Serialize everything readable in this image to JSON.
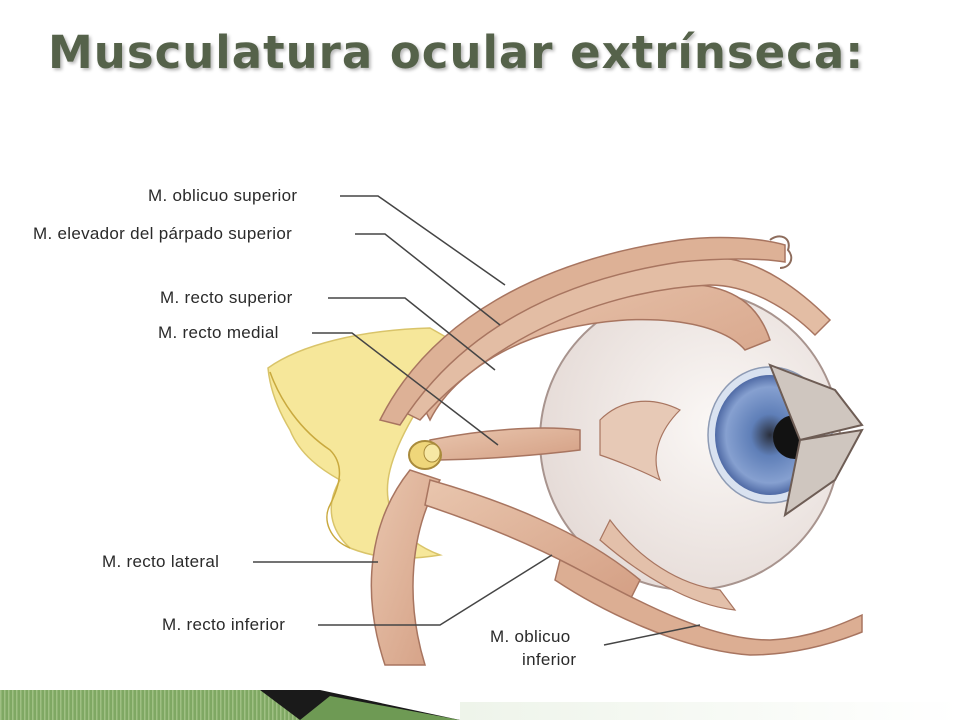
{
  "slide": {
    "title": "Musculatura ocular extrínseca:"
  },
  "diagram": {
    "labels": {
      "oblicuo_superior": "M. oblicuo superior",
      "elevador_parpado": "M. elevador del párpado superior",
      "recto_superior": "M. recto superior",
      "recto_medial": "M. recto medial",
      "recto_lateral": "M. recto lateral",
      "recto_inferior": "M. recto inferior",
      "oblicuo_inferior_line1": "M. oblicuo",
      "oblicuo_inferior_line2": "inferior"
    },
    "colors": {
      "muscle": "#e0b8a0",
      "muscle_stroke": "#a87560",
      "bone": "#f4e48c",
      "sclera": "#f1ebe8",
      "iris": "#7f99cc",
      "pupil": "#1a1a1a",
      "leader": "#444444"
    }
  },
  "footer": {
    "colors": {
      "green": "#7fa863",
      "dark": "#1a1a1a",
      "pale": "#e8efe3"
    }
  }
}
